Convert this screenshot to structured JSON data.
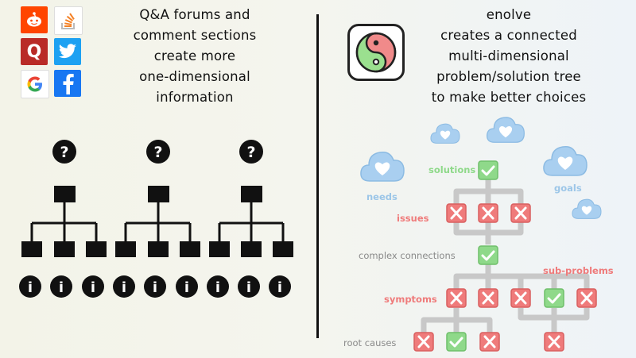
{
  "left_heading": {
    "lines": [
      "Q&A forums and",
      "comment sections",
      "create more",
      "one-dimensional",
      "information"
    ]
  },
  "right_heading": {
    "lines": [
      "enolve",
      "creates a connected",
      "multi-dimensional",
      "problem/solution tree",
      "to make better choices"
    ]
  },
  "app_icons": [
    {
      "name": "reddit",
      "color": "#ff4500"
    },
    {
      "name": "stackoverflow",
      "color": "#f48024"
    },
    {
      "name": "quora",
      "color": "#b92b27"
    },
    {
      "name": "twitter",
      "color": "#1da1f2"
    },
    {
      "name": "google",
      "color": "#ffffff"
    },
    {
      "name": "facebook",
      "color": "#1877f2"
    }
  ],
  "left_trees": {
    "question_glyph": "?",
    "info_glyph": "i",
    "count": 3
  },
  "labels": {
    "solutions": "solutions",
    "needs": "needs",
    "goals": "goals",
    "issues": "issues",
    "complex_connections": "complex connections",
    "sub_problems": "sub-problems",
    "symptoms": "symptoms",
    "root_causes": "root causes"
  },
  "colors": {
    "green": "#8fd98a",
    "red": "#ef7b7b",
    "blue": "#9cc6e8",
    "grey": "#c8c8c8"
  }
}
